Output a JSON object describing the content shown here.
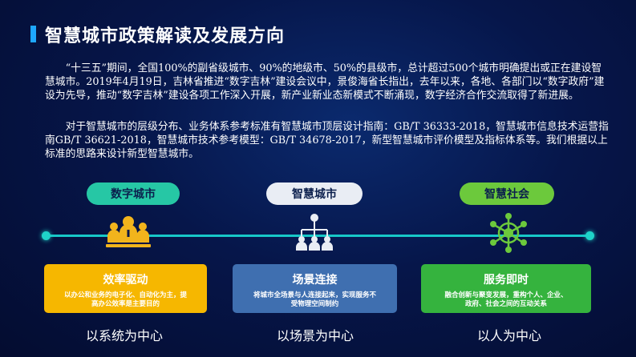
{
  "slide": {
    "title": "智慧城市政策解读及发展方向",
    "paragraph_1": "“十三五”期间，全国100%的副省级城市、90%的地级市、50%的县级市，总计超过500个城市明确提出或正在建设智慧城市。2019年4月19日，吉林省推进“数字吉林”建设会议中，景俊海省长指出，去年以来，各地、各部门以“数字政府”建设为先导，推动“数字吉林”建设各项工作深入开展，新产业新业态新模式不断涌现，数字经济合作交流取得了新进展。",
    "paragraph_2": "对于智慧城市的层级分布、业务体系参考标准有智慧城市顶层设计指南：GB/T 36333-2018，智慧城市信息技术运营指南GB/T 36621-2018，智慧城市技术参考模型：GB/T 34678-2017，新型智慧城市评价模型及指标体系等。我们根据以上标准的思路来设计新型智慧城市。"
  },
  "stages": [
    {
      "pill": "数字城市",
      "icon": "people-group-icon",
      "card_title": "效率驱动",
      "card_desc": "以办公和业务的电子化、自动化为主，提高办公效率是主要目的",
      "footer": "以系统为中心",
      "color": "#f6b700"
    },
    {
      "pill": "智慧城市",
      "icon": "network-people-icon",
      "card_title": "场景连接",
      "card_desc": "将城市全场景与人连接起来，实现服务不受物理空间制约",
      "footer": "以场景为中心",
      "color": "#3f6fb0"
    },
    {
      "pill": "智慧社会",
      "icon": "social-network-icon",
      "card_title": "服务即时",
      "card_desc": "融合创新与聚变发展，重构个人、企业、政府、社会之间的互动关系",
      "footer": "以人为中心",
      "color": "#35b33e"
    }
  ],
  "colors": {
    "accent": "#1ea7ff",
    "timeline": "#17c8c8",
    "background": "#06164a"
  }
}
